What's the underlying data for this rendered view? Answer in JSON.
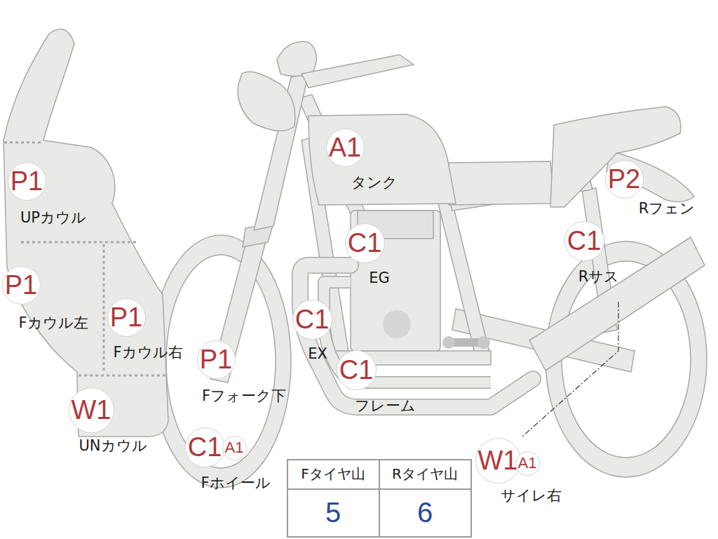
{
  "diagram": {
    "nodes": [
      {
        "text": [
          "P1",
          "UPカウル"
        ]
      },
      {
        "text": [
          "P1",
          "Fカウル左"
        ]
      },
      {
        "text": [
          "P1",
          "Fカウル右"
        ]
      },
      {
        "text": [
          "W1",
          "UNカウル"
        ]
      },
      {
        "text": [
          "P1",
          "Fフォーク下"
        ]
      },
      {
        "text": [
          "C1",
          "Fホイール"
        ]
      },
      {
        "text": [
          "A1"
        ]
      },
      {
        "text": [
          "A1",
          "タンク"
        ]
      },
      {
        "text": [
          "C1",
          "EG"
        ]
      },
      {
        "text": [
          "C1",
          "EX"
        ]
      },
      {
        "text": [
          "C1",
          "フレーム"
        ]
      },
      {
        "text": [
          "P2",
          "Rフェン"
        ]
      },
      {
        "text": [
          "C1",
          "Rサス"
        ]
      },
      {
        "text": [
          "W1",
          "サイレ右"
        ]
      },
      {
        "text": [
          "A1"
        ]
      }
    ],
    "labels": [
      "Fタイヤ山",
      "Rタイヤ山",
      "5",
      "6"
    ]
  }
}
